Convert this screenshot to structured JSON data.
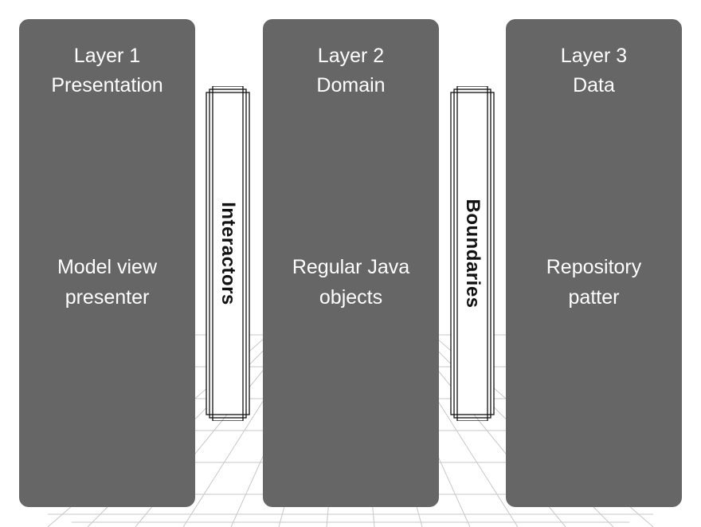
{
  "layers": [
    {
      "title": "Layer 1",
      "subtitle": "Presentation",
      "body_line1": "Model view",
      "body_line2": "presenter"
    },
    {
      "title": "Layer 2",
      "subtitle": "Domain",
      "body_line1": "Regular Java",
      "body_line2": "objects"
    },
    {
      "title": "Layer 3",
      "subtitle": "Data",
      "body_line1": "Repository",
      "body_line2": "patter"
    }
  ],
  "connectors": [
    {
      "label": "Interactors"
    },
    {
      "label": "Boundaries"
    }
  ],
  "colors": {
    "panel": "#666666",
    "panel_text": "#ffffff",
    "connector_text": "#111111"
  }
}
